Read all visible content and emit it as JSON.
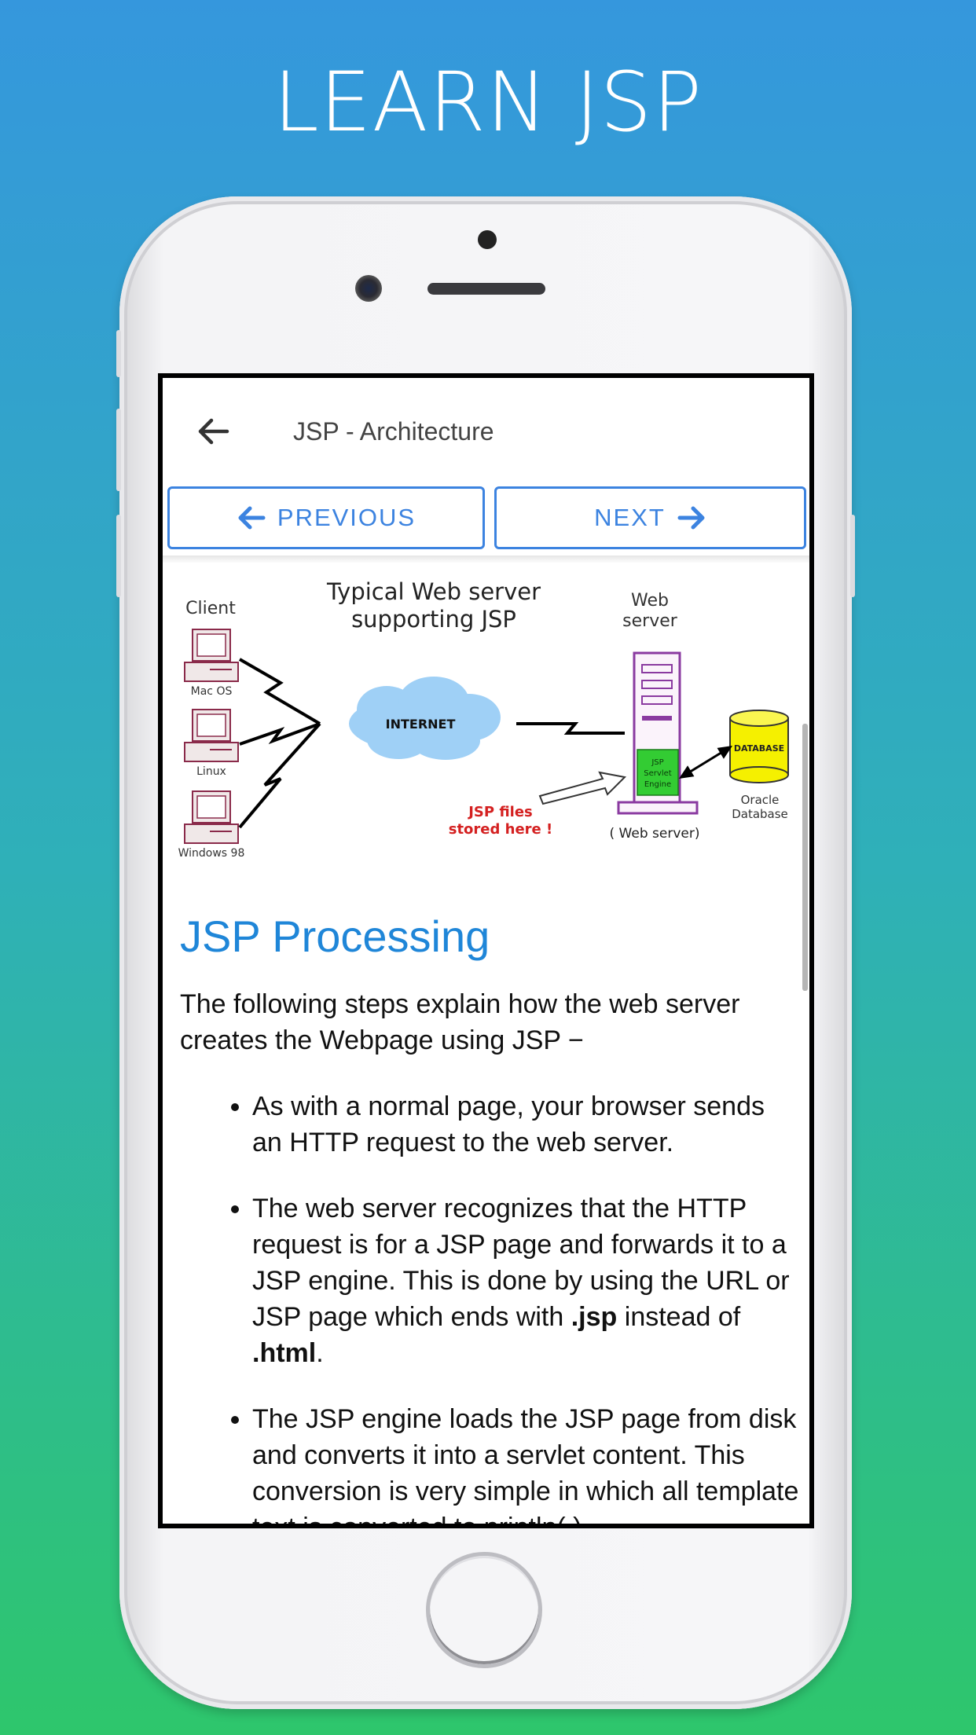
{
  "promo": {
    "title": "LEARN JSP"
  },
  "appbar": {
    "title": "JSP - Architecture"
  },
  "nav": {
    "previous_label": "PREVIOUS",
    "next_label": "NEXT"
  },
  "diagram": {
    "title_line1": "Typical Web server",
    "title_line2": "supporting JSP",
    "client_label": "Client",
    "web_server_line1": "Web",
    "web_server_line2": "server",
    "clients": [
      "Mac OS",
      "Linux",
      "Windows 98"
    ],
    "internet_label": "INTERNET",
    "engine_lines": [
      "JSP",
      "Servlet",
      "Engine"
    ],
    "database_label": "DATABASE",
    "oracle_line1": "Oracle",
    "oracle_line2": "Database",
    "jsp_files_line1": "JSP files",
    "jsp_files_line2": "stored here !",
    "web_server_caption": "( Web server)"
  },
  "article": {
    "heading": "JSP Processing",
    "intro": "The following steps explain how the web server creates the Webpage using JSP −",
    "step1": "As with a normal page, your browser sends an HTTP request to the web server.",
    "step2_a": "The web server recognizes that the HTTP request is for a JSP page and forwards it to a JSP engine. This is done by using the URL or JSP page which ends with ",
    "step2_b": ".jsp",
    "step2_c": " instead of ",
    "step2_d": ".html",
    "step2_e": ".",
    "step3": "The JSP engine loads the JSP page from disk and converts it into a servlet content. This conversion is very simple in which all template text is converted to println( )"
  },
  "colors": {
    "accent": "#3c83e0",
    "heading": "#1f86d8",
    "internet_cloud": "#9fd0f6",
    "engine": "#33cc33",
    "database": "#f5f000"
  }
}
